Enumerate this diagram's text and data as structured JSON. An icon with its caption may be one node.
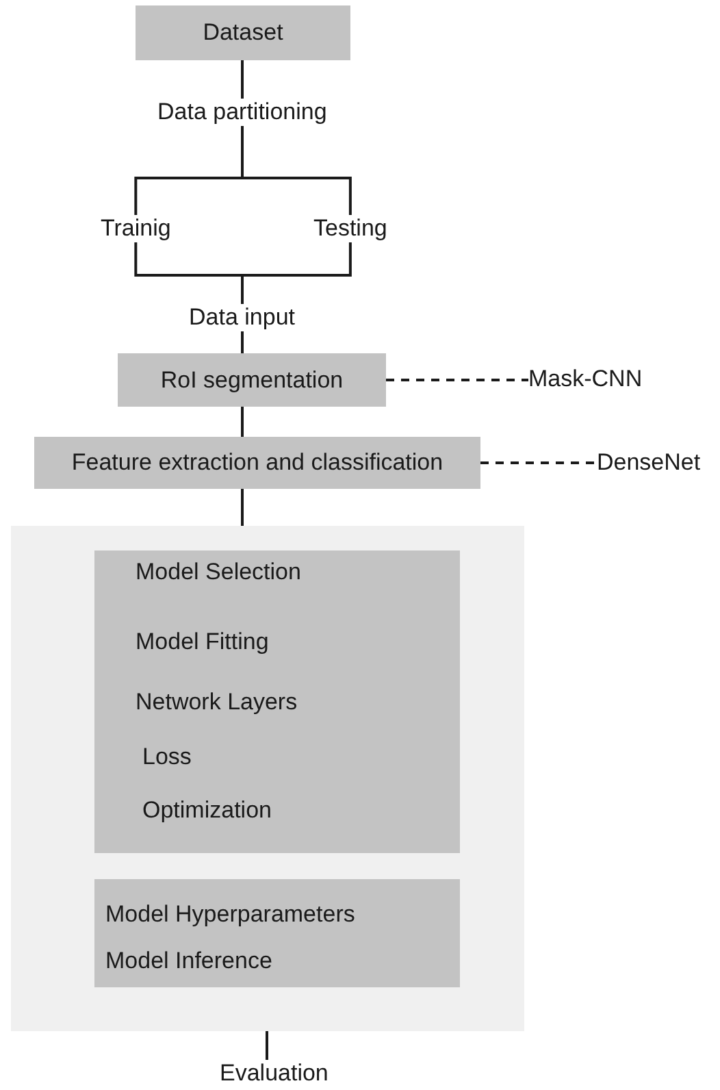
{
  "diagram": {
    "nodes": [
      {
        "text": [
          "Dataset"
        ]
      },
      {
        "text": [
          "Data partitioning"
        ]
      },
      {
        "text": [
          "Trainig"
        ]
      },
      {
        "text": [
          "Testing"
        ]
      },
      {
        "text": [
          "Data input"
        ]
      },
      {
        "text": [
          "RoI segmentation"
        ]
      },
      {
        "text": [
          "Mask-CNN"
        ]
      },
      {
        "text": [
          "Feature extraction and classification"
        ]
      },
      {
        "text": [
          "DenseNet"
        ]
      },
      {
        "text": [],
        "shape": "box"
      },
      {
        "text": [
          "Model Selection",
          "Model Fitting",
          "Network Layers",
          "Loss",
          "Optimization"
        ],
        "in": 9
      },
      {
        "text": [
          "Model Hyperparameters",
          "Model Inference"
        ],
        "in": 9
      },
      {
        "text": [
          "Evaluation"
        ]
      }
    ],
    "edges": [
      {
        "from": 0,
        "to": 1,
        "arrow": "none"
      },
      {
        "from": 1,
        "to": 2,
        "arrow": "none"
      },
      {
        "from": 1,
        "to": 3,
        "arrow": "none"
      },
      {
        "from": 2,
        "to": 4,
        "arrow": "none"
      },
      {
        "from": 3,
        "to": 4,
        "arrow": "none"
      },
      {
        "from": 4,
        "to": 5,
        "arrow": "none"
      },
      {
        "from": 5,
        "to": 6,
        "arrow": "none",
        "style": "dashed"
      },
      {
        "from": 5,
        "to": 7,
        "arrow": "none"
      },
      {
        "from": 7,
        "to": 8,
        "arrow": "none",
        "style": "dashed"
      },
      {
        "from": 7,
        "to": 9,
        "arrow": "none"
      },
      {
        "from": 9,
        "to": 12,
        "arrow": "none"
      }
    ]
  }
}
